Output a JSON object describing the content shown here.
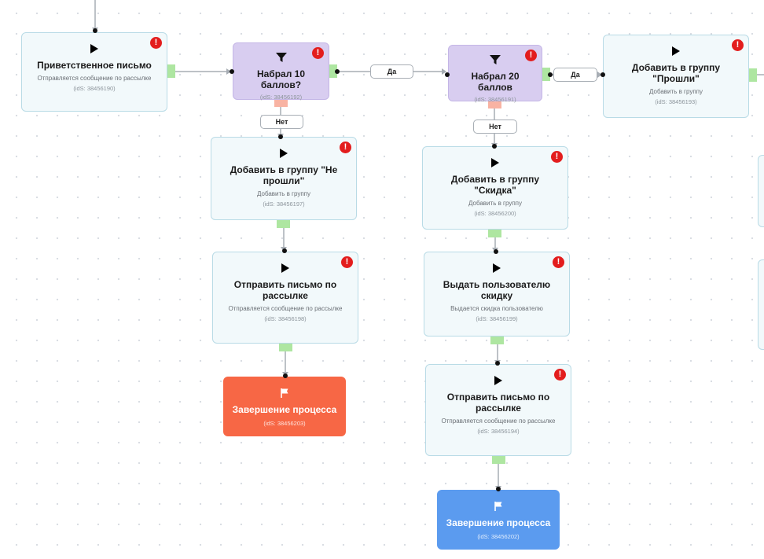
{
  "nodes": {
    "welcome": {
      "title": "Приветственное письмо",
      "desc": "Отправляется сообщение по рассылке",
      "ids": "(idS: 38456190)"
    },
    "cond10": {
      "title": "Набрал 10 баллов?",
      "ids": "(idS: 38456192)"
    },
    "cond20": {
      "title": "Набрал 20 баллов",
      "ids": "(idS: 38456191)"
    },
    "group_passed": {
      "title": "Добавить в группу \"Прошли\"",
      "desc": "Добавить в группу",
      "ids": "(idS: 38456193)"
    },
    "group_failed": {
      "title": "Добавить в группу \"Не прошли\"",
      "desc": "Добавить в группу",
      "ids": "(idS: 38456197)"
    },
    "group_discount": {
      "title": "Добавить в группу \"Скидка\"",
      "desc": "Добавить в группу",
      "ids": "(idS: 38456200)"
    },
    "send_left": {
      "title": "Отправить письмо по рассылке",
      "desc": "Отправляется сообщение по рассылке",
      "ids": "(idS: 38456198)"
    },
    "discount": {
      "title": "Выдать пользователю скидку",
      "desc": "Выдается скидка пользователю",
      "ids": "(idS: 38456199)"
    },
    "send_right": {
      "title": "Отправить письмо по рассылке",
      "desc": "Отправляется сообщение по рассылке",
      "ids": "(idS: 38456194)"
    },
    "end_red": {
      "title": "Завершение процесса",
      "ids": "(idS: 38456203)"
    },
    "end_blue": {
      "title": "Завершение процесса",
      "ids": "(idS: 38456202)"
    }
  },
  "edge_labels": {
    "yes_1": "Да",
    "yes_2": "Да",
    "no_1": "Нет",
    "no_2": "Нет"
  },
  "warning_symbol": "!",
  "icons": {
    "action": "play-icon",
    "condition": "filter-icon",
    "end": "flag-icon"
  },
  "colors": {
    "action_bg": "#f2f9fb",
    "condition_bg": "#d8cdf0",
    "end_red": "#f76745",
    "end_blue": "#5b9bef",
    "warning": "#e31d1d",
    "port_out": "#aee6a1",
    "port_no": "#f8b3a3"
  }
}
